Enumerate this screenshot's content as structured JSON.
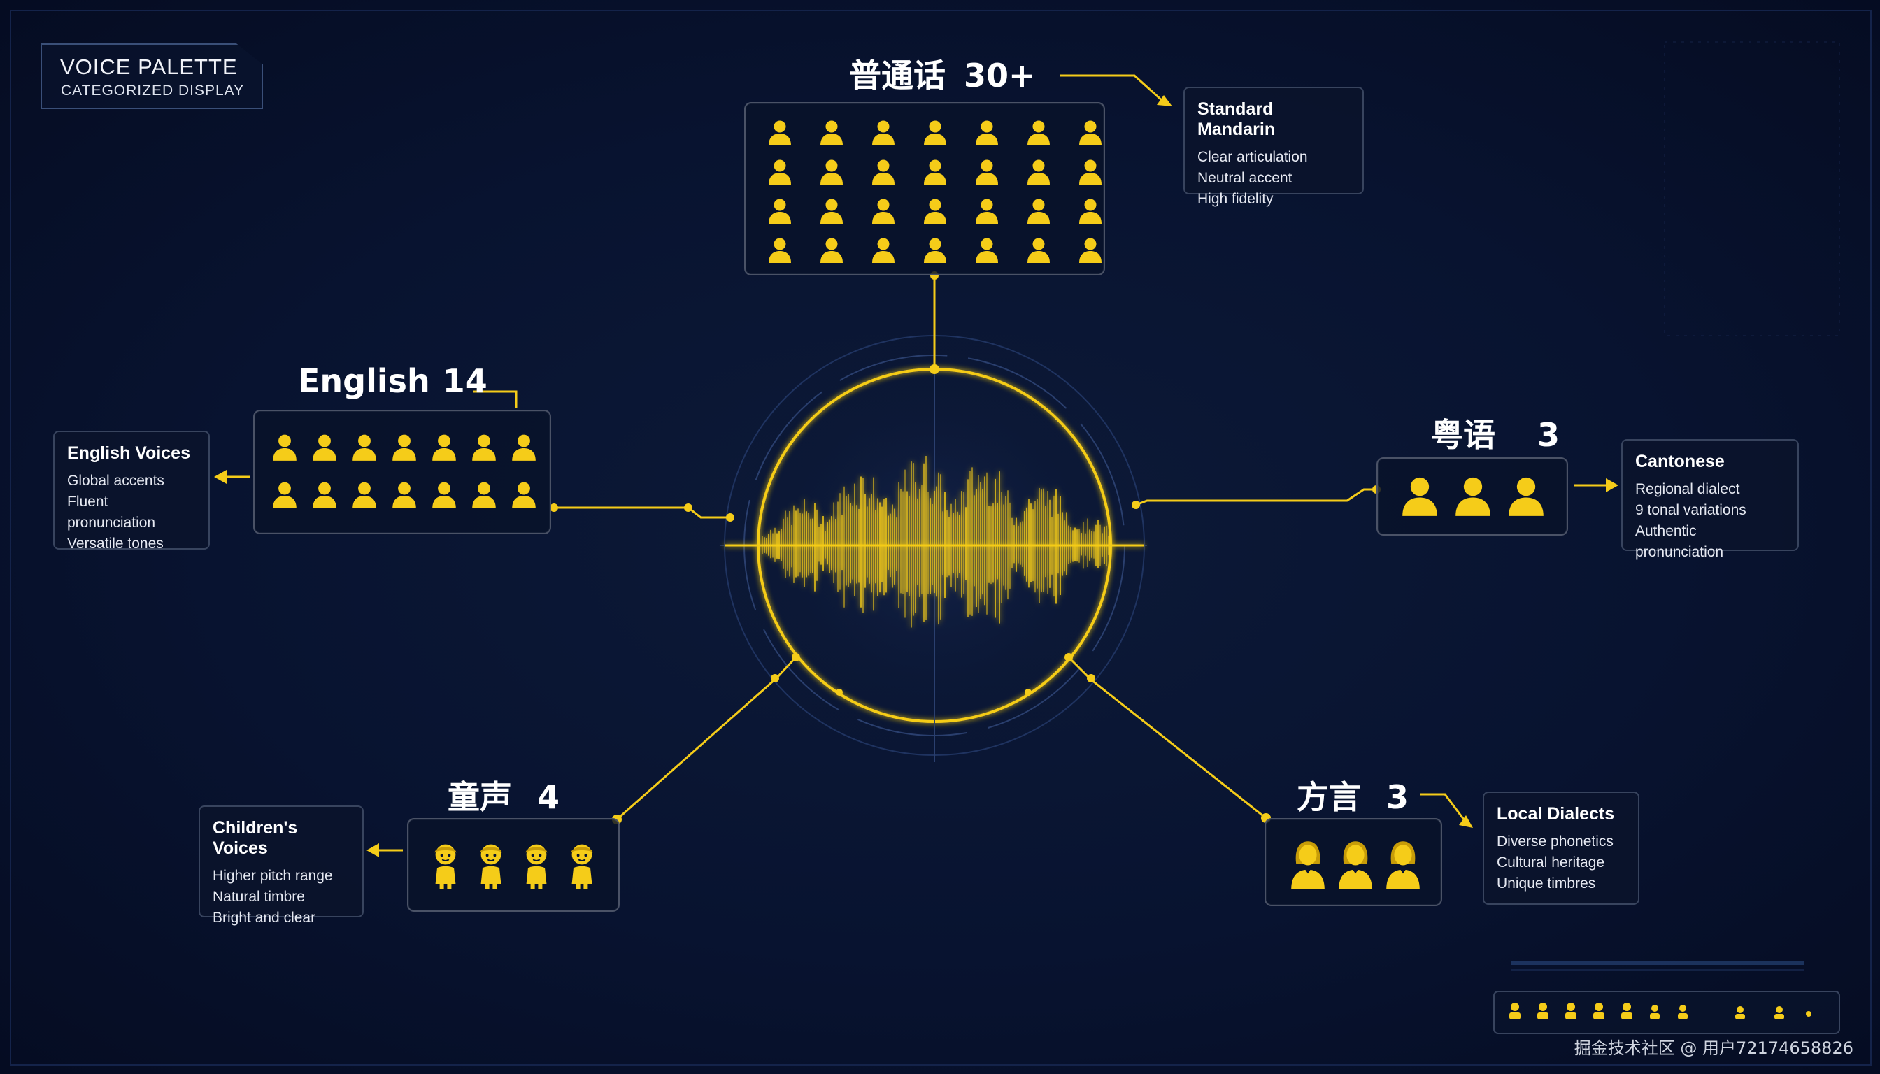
{
  "header": {
    "title": "VOICE PALETTE",
    "subtitle": "CATEGORIZED DISPLAY"
  },
  "colors": {
    "accent": "#f5cc19",
    "background": "#081330",
    "panel_border": "#4a5266"
  },
  "groups": {
    "mandarin": {
      "name": "普通话",
      "count": "30+",
      "icon_count": 28,
      "icon_type": "person-icon",
      "info": {
        "title": "Standard Mandarin",
        "lines": [
          "Clear articulation",
          "Neutral accent",
          "High fidelity"
        ]
      }
    },
    "english": {
      "name": "English",
      "count": "14",
      "icon_count": 14,
      "icon_type": "person-icon",
      "info": {
        "title": "English Voices",
        "lines": [
          "Global accents",
          "Fluent pronunciation",
          "Versatile tones"
        ]
      }
    },
    "cantonese": {
      "name": "粤语",
      "count": "3",
      "icon_count": 3,
      "icon_type": "person-icon",
      "info": {
        "title": "Cantonese",
        "lines": [
          "Regional dialect",
          "9 tonal variations",
          "Authentic pronunciation"
        ]
      }
    },
    "children": {
      "name": "童声",
      "count": "4",
      "icon_count": 4,
      "icon_type": "child-icon",
      "info": {
        "title": "Children's Voices",
        "lines": [
          "Higher pitch range",
          "Natural timbre",
          "Bright and clear"
        ]
      }
    },
    "dialects": {
      "name": "方言",
      "count": "3",
      "icon_count": 3,
      "icon_type": "woman-icon",
      "info": {
        "title": "Local Dialects",
        "lines": [
          "Diverse phonetics",
          "Cultural heritage",
          "Unique timbres"
        ]
      }
    }
  },
  "center": {
    "icon": "soundwave-icon"
  },
  "watermark": "掘金技术社区 @ 用户72174658826"
}
